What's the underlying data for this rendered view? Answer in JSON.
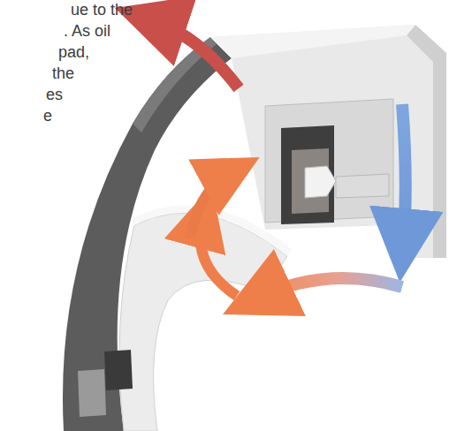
{
  "diagram": {
    "labels": [
      "ue to the",
      ". As oil",
      "pad,",
      "the",
      "es",
      "e"
    ]
  }
}
